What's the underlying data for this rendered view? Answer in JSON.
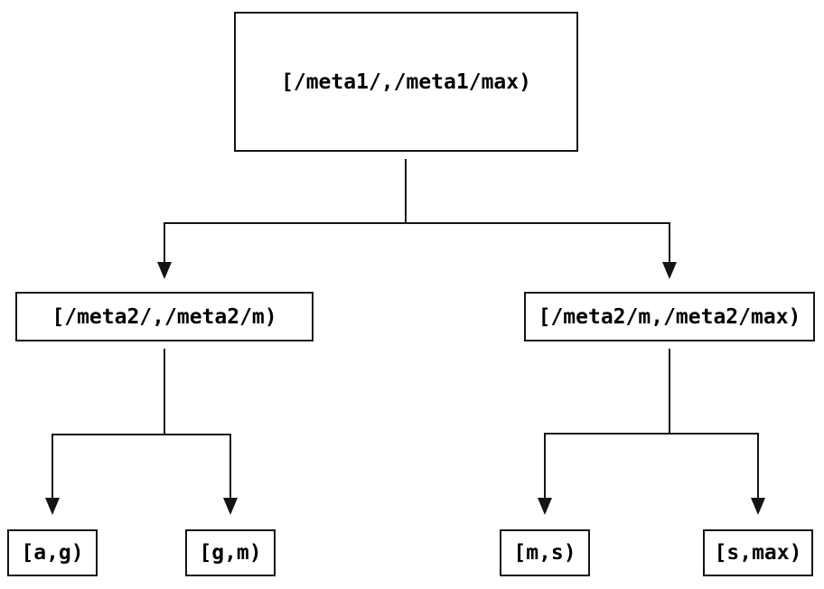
{
  "diagram": {
    "type": "tree",
    "background": "#ffffff",
    "colors": {
      "line": "#141414",
      "box_border": "#141414",
      "text": "#000000"
    },
    "nodes": {
      "root": {
        "label": "[/meta1/,/meta1/max)"
      },
      "left": {
        "label": "[/meta2/,/meta2/m)"
      },
      "right": {
        "label": "[/meta2/m,/meta2/max)"
      },
      "leaf_ag": {
        "label": "[a,g)"
      },
      "leaf_gm": {
        "label": "[g,m)"
      },
      "leaf_ms": {
        "label": "[m,s)"
      },
      "leaf_smax": {
        "label": "[s,max)"
      }
    },
    "edges": [
      {
        "from": "root",
        "to": "left",
        "arrow": "down"
      },
      {
        "from": "root",
        "to": "right",
        "arrow": "down"
      },
      {
        "from": "left",
        "to": "leaf_ag",
        "arrow": "down"
      },
      {
        "from": "left",
        "to": "leaf_gm",
        "arrow": "down"
      },
      {
        "from": "right",
        "to": "leaf_ms",
        "arrow": "down"
      },
      {
        "from": "right",
        "to": "leaf_smax",
        "arrow": "down"
      }
    ]
  }
}
